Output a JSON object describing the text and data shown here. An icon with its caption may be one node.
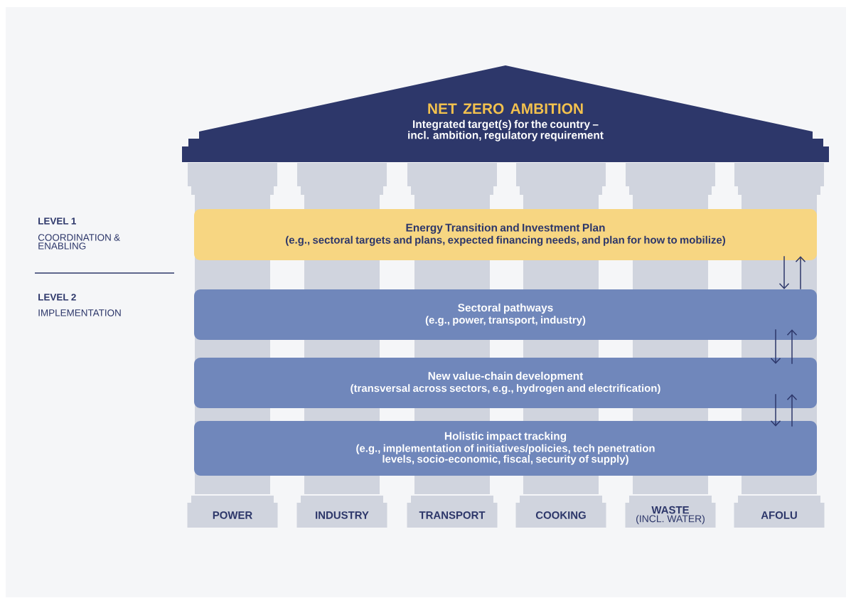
{
  "diagram": {
    "nodes": [
      {
        "text": [
          "NET ZERO AMBITION",
          "Integrated target(s) for the country – incl. ambition, regulatory requirement"
        ]
      },
      {
        "text": [
          "Energy Transition and Investment Plan",
          "(e.g., sectoral targets and plans, expected financing needs, and plan for how to mobilize)"
        ]
      },
      {
        "text": [
          "Sectoral pathways",
          "(e.g., power, transport, industry)"
        ]
      },
      {
        "text": [
          "New value-chain development",
          "(transversal across sectors, e.g., hydrogen and electrification)"
        ]
      },
      {
        "text": [
          "Holistic impact tracking",
          "(e.g., implementation of initiatives/policies, tech penetration levels, socio-economic, fiscal, security of supply)"
        ]
      },
      {
        "text": [
          "POWER"
        ]
      },
      {
        "text": [
          "INDUSTRY"
        ]
      },
      {
        "text": [
          "TRANSPORT"
        ]
      },
      {
        "text": [
          "COOKING"
        ]
      },
      {
        "text": [
          "WASTE",
          "(INCL. WATER)"
        ]
      },
      {
        "text": [
          "AFOLU"
        ]
      }
    ],
    "edges": [
      {
        "from": 1,
        "to": 2,
        "arrow": "to"
      },
      {
        "from": 2,
        "to": 1,
        "arrow": "to"
      },
      {
        "from": 2,
        "to": 3,
        "arrow": "to"
      },
      {
        "from": 3,
        "to": 2,
        "arrow": "to"
      },
      {
        "from": 3,
        "to": 4,
        "arrow": "to"
      },
      {
        "from": 4,
        "to": 3,
        "arrow": "to"
      }
    ],
    "labels": [
      "LEVEL 1",
      "COORDINATION & ENABLING",
      "LEVEL 2",
      "IMPLEMENTATION"
    ]
  }
}
